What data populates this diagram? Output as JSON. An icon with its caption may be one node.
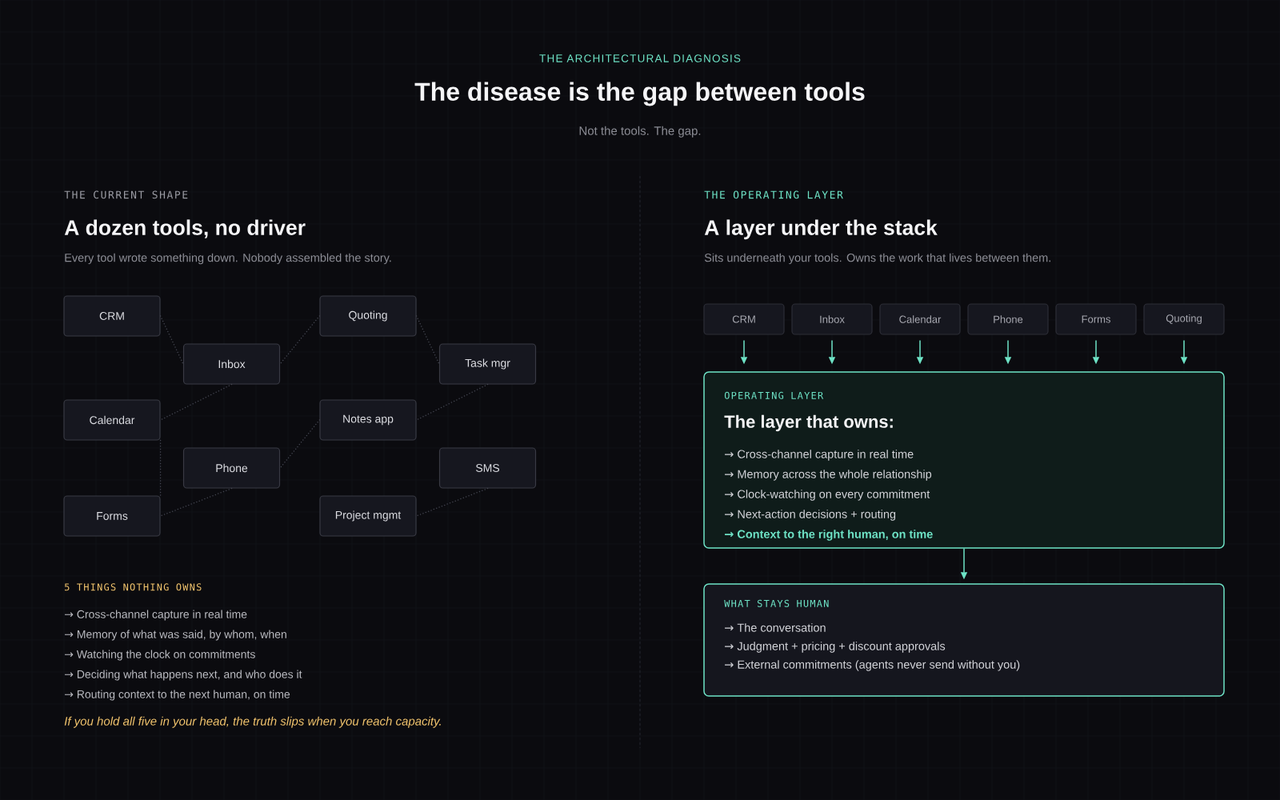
{
  "diagram": {
    "title": "The disease is the gap between tools",
    "nodes": [
      {
        "text": [
          "CRM"
        ]
      },
      {
        "text": [
          "Quoting"
        ]
      },
      {
        "text": [
          "Inbox"
        ]
      },
      {
        "text": [
          "Task mgr"
        ]
      },
      {
        "text": [
          "Calendar"
        ]
      },
      {
        "text": [
          "Notes app"
        ]
      },
      {
        "text": [
          "Phone"
        ]
      },
      {
        "text": [
          "SMS"
        ]
      },
      {
        "text": [
          "Forms"
        ]
      },
      {
        "text": [
          "Project mgmt"
        ]
      },
      {
        "text": [
          "CRM"
        ]
      },
      {
        "text": [
          "Inbox"
        ]
      },
      {
        "text": [
          "Calendar"
        ]
      },
      {
        "text": [
          "Phone"
        ]
      },
      {
        "text": [
          "Forms"
        ]
      },
      {
        "text": [
          "Quoting"
        ]
      },
      {
        "text": [
          "OPERATING LAYER",
          "The layer that owns:",
          "→ Cross-channel capture in real time",
          "→ Memory across the whole relationship",
          "→ Clock-watching on every commitment",
          "→ Next-action decisions + routing",
          "→ Context to the right human, on time"
        ]
      },
      {
        "text": [
          "WHAT STAYS HUMAN",
          "→ The conversation",
          "→ Judgment + pricing + discount approvals",
          "→ External commitments (agents never send without you)"
        ]
      }
    ],
    "edges": [
      {
        "from": 0,
        "to": 2,
        "arrow": "none",
        "style": "dashed"
      },
      {
        "from": 1,
        "to": 2,
        "arrow": "none",
        "style": "dashed"
      },
      {
        "from": 1,
        "to": 3,
        "arrow": "none",
        "style": "dashed"
      },
      {
        "from": 2,
        "to": 4,
        "arrow": "none",
        "style": "dashed"
      },
      {
        "from": 3,
        "to": 5,
        "arrow": "none",
        "style": "dashed"
      },
      {
        "from": 4,
        "to": 8,
        "arrow": "none",
        "style": "dashed"
      },
      {
        "from": 5,
        "to": 6,
        "arrow": "none",
        "style": "dashed"
      },
      {
        "from": 6,
        "to": 8,
        "arrow": "none",
        "style": "dashed"
      },
      {
        "from": 7,
        "to": 9,
        "arrow": "none",
        "style": "dashed"
      },
      {
        "from": 10,
        "to": 16,
        "arrow": "to",
        "color": "#6ee3c6"
      },
      {
        "from": 11,
        "to": 16,
        "arrow": "to",
        "color": "#6ee3c6"
      },
      {
        "from": 12,
        "to": 16,
        "arrow": "to",
        "color": "#6ee3c6"
      },
      {
        "from": 13,
        "to": 16,
        "arrow": "to",
        "color": "#6ee3c6"
      },
      {
        "from": 14,
        "to": 16,
        "arrow": "to",
        "color": "#6ee3c6"
      },
      {
        "from": 15,
        "to": 16,
        "arrow": "to",
        "color": "#6ee3c6"
      },
      {
        "from": 16,
        "to": 17,
        "arrow": "to",
        "color": "#6ee3c6"
      }
    ],
    "labels": [
      "THE ARCHITECTURAL DIAGNOSIS",
      "Not the tools. The gap.",
      "THE CURRENT SHAPE",
      "A dozen tools, no driver",
      "Every tool wrote something down. Nobody assembled the story.",
      "THE OPERATING LAYER",
      "A layer under the stack",
      "Sits underneath your tools. Owns the work that lives between them.",
      "5 THINGS NOTHING OWNS",
      "→ Cross-channel capture in real time",
      "→ Memory of what was said, by whom, when",
      "→ Watching the clock on commitments",
      "→ Deciding what happens next, and who does it",
      "→ Routing context to the next human, on time",
      "If you hold all five in your head, the truth slips when you reach capacity."
    ]
  }
}
